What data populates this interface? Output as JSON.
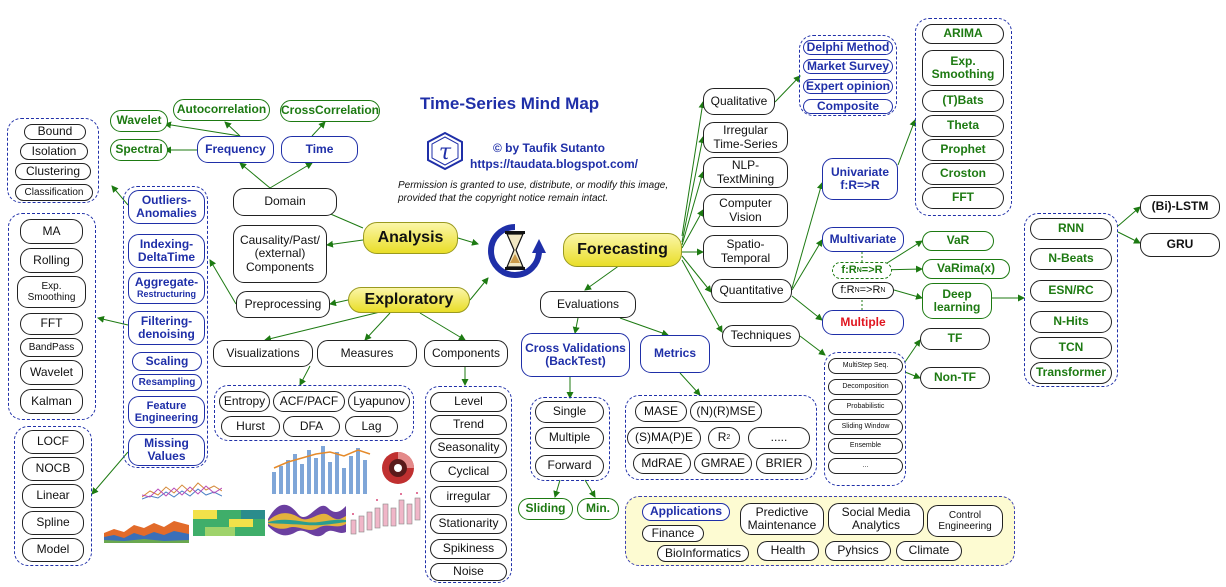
{
  "header": {
    "title": "Time-Series Mind Map",
    "author": "© by Taufik Sutanto",
    "url": "https://taudata.blogspot.com/",
    "permission": "Permission is granted to use, distribute, or modify this image, provided that the copyright notice remain intact.",
    "logo_letter": "τ"
  },
  "nodes": {
    "analysis": "Analysis",
    "forecasting": "Forecasting",
    "exploratory": "Exploratory",
    "domain": "Domain",
    "frequency": "Frequency",
    "time": "Time",
    "autocorrelation": "Autocorrelation",
    "crosscorrelation": "CrossCorrelation",
    "wavelet_top": "Wavelet",
    "spectral": "Spectral",
    "causality": "Causality/Past/\n(external)\nComponents",
    "preprocessing": "Preprocessing",
    "visualizations": "Visualizations",
    "measures": "Measures",
    "components": "Components",
    "outliers": "Outliers-\nAnomalies",
    "indexing": "Indexing-\nDeltaTime",
    "aggregate": "Aggregate-",
    "restructuring": "Restructuring",
    "filtering": "Filtering-\ndenoising",
    "scaling": "Scaling",
    "resampling": "Resampling",
    "feature_eng": "Feature\nEngineering",
    "missing": "Missing\nValues",
    "bound": "Bound",
    "isolation": "Isolation",
    "clustering": "Clustering",
    "classification": "Classification",
    "ma": "MA",
    "rolling": "Rolling",
    "exp_smoothing_f": "Exp.\nSmoothing",
    "fft_f": "FFT",
    "bandpass": "BandPass",
    "wavelet_f": "Wavelet",
    "kalman": "Kalman",
    "locf": "LOCF",
    "nocb": "NOCB",
    "linear": "Linear",
    "spline": "Spline",
    "model": "Model",
    "entropy": "Entropy",
    "acf_pacf": "ACF/PACF",
    "lyapunov": "Lyapunov",
    "hurst": "Hurst",
    "dfa": "DFA",
    "lag": "Lag",
    "level": "Level",
    "trend": "Trend",
    "seasonality": "Seasonality",
    "cyclical": "Cyclical",
    "irregular": "irregular",
    "stationarity": "Stationarity",
    "spikiness": "Spikiness",
    "noise": "Noise",
    "evaluations": "Evaluations",
    "cross_val": "Cross Validations\n(BackTest)",
    "metrics": "Metrics",
    "single": "Single",
    "multiple_cv": "Multiple",
    "forward": "Forward",
    "sliding": "Sliding",
    "min": "Min.",
    "mase": "MASE",
    "nrmse": "(N)(R)MSE",
    "smape": "(S)MA(P)E",
    "r2": "R",
    "r2_sup": "2",
    "dots_metrics": ".....",
    "mdrae": "MdRAE",
    "gmrae": "GMRAE",
    "brier": "BRIER",
    "qualitative": "Qualitative",
    "irregular_ts": "Irregular\nTime-Series",
    "nlp": "NLP-\nTextMining",
    "computer_vision": "Computer\nVision",
    "spatio": "Spatio-\nTemporal",
    "quantitative": "Quantitative",
    "techniques": "Techniques",
    "delphi": "Delphi Method",
    "market_survey": "Market Survey",
    "expert": "Expert opinion",
    "composite": "Composite",
    "univariate": "Univariate\nf:R=>R",
    "multivariate": "Multivariate",
    "multiple_out": "Multiple",
    "f_rn_r_base": "f:R",
    "f_rn_r_sup": "N",
    "f_rn_r_tail": "=>R",
    "f_rn_rn_base": "f:R",
    "f_rn_rn_sup1": "N",
    "f_rn_rn_mid": "=>R",
    "f_rn_rn_sup2": "N",
    "arima": "ARIMA",
    "exp_smoothing_u": "Exp.\nSmoothing",
    "tbats": "(T)Bats",
    "theta": "Theta",
    "prophet": "Prophet",
    "croston": "Croston",
    "fft_u": "FFT",
    "var": "VaR",
    "varima": "VaRima(x)",
    "deep": "Deep\nlearning",
    "rnn": "RNN",
    "bilstm": "(Bi)-LSTM",
    "gru": "GRU",
    "nbeats": "N-Beats",
    "esn": "ESN/RC",
    "nhits": "N-Hits",
    "tcn": "TCN",
    "transformer": "Transformer",
    "tf": "TF",
    "non_tf": "Non-TF",
    "multistep": "MultiStep Seq.",
    "decomposition": "Decomposition",
    "probabilistic": "Probabilistic",
    "sliding_window": "Sliding Window",
    "ensemble": "Ensemble",
    "tech_dots": "...",
    "applications": "Applications",
    "predictive": "Predictive\nMaintenance",
    "social": "Social Media\nAnalytics",
    "control": "Control\nEngineering",
    "finance": "Finance",
    "bioinformatics": "BioInformatics",
    "health": "Health",
    "physics": "Pyhsics",
    "climate": "Climate"
  },
  "colors": {
    "green": "#1d7a12",
    "blue": "#1f2fa8",
    "red": "#e0151f",
    "yellow": "#e9de28"
  }
}
